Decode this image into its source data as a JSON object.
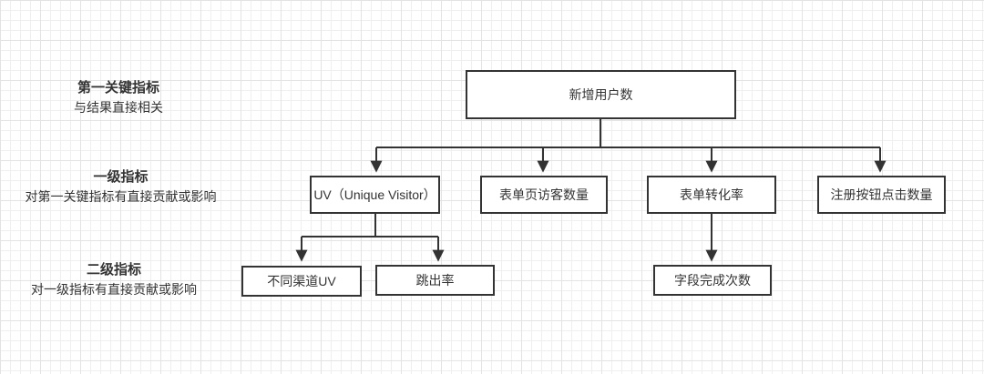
{
  "colors": {
    "line": "#333333",
    "box_border": "#333333",
    "box_fill": "#ffffff",
    "text": "#333333",
    "grid_minor": "#efefef",
    "grid_major": "#e3e3e3",
    "background": "#ffffff"
  },
  "labels": [
    {
      "title": "第一关键指标",
      "subtitle": "与结果直接相关"
    },
    {
      "title": "一级指标",
      "subtitle": "对第一关键指标有直接贡献或影响"
    },
    {
      "title": "二级指标",
      "subtitle": "对一级指标有直接贡献或影响"
    }
  ],
  "nodes": {
    "root": "新增用户数",
    "level1": [
      "UV（Unique Visitor）",
      "表单页访客数量",
      "表单转化率",
      "注册按钮点击数量"
    ],
    "level2": [
      "不同渠道UV",
      "跳出率",
      "字段完成次数"
    ]
  }
}
